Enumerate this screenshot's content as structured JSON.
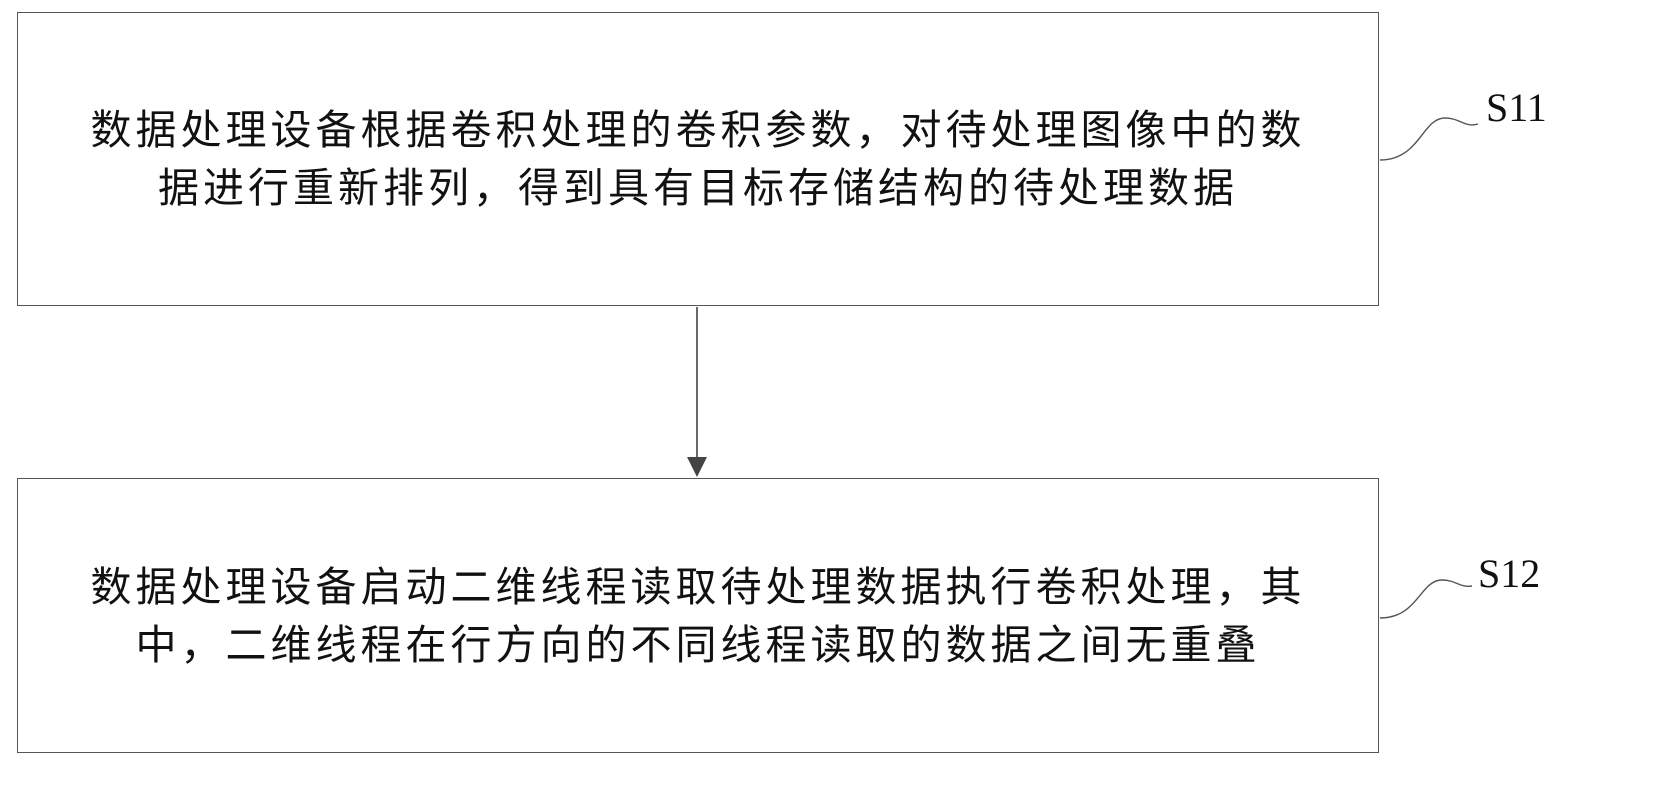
{
  "steps": [
    {
      "id": "S11",
      "label": "S11",
      "lines": [
        "数据处理设备根据卷积处理的卷积参数，对待处理图像中的数",
        "据进行重新排列，得到具有目标存储结构的待处理数据"
      ]
    },
    {
      "id": "S12",
      "label": "S12",
      "lines": [
        "数据处理设备启动二维线程读取待处理数据执行卷积处理，其",
        "中，二维线程在行方向的不同线程读取的数据之间无重叠"
      ]
    }
  ],
  "colors": {
    "border": "#555555",
    "text": "#111111",
    "arrow": "#444444"
  }
}
